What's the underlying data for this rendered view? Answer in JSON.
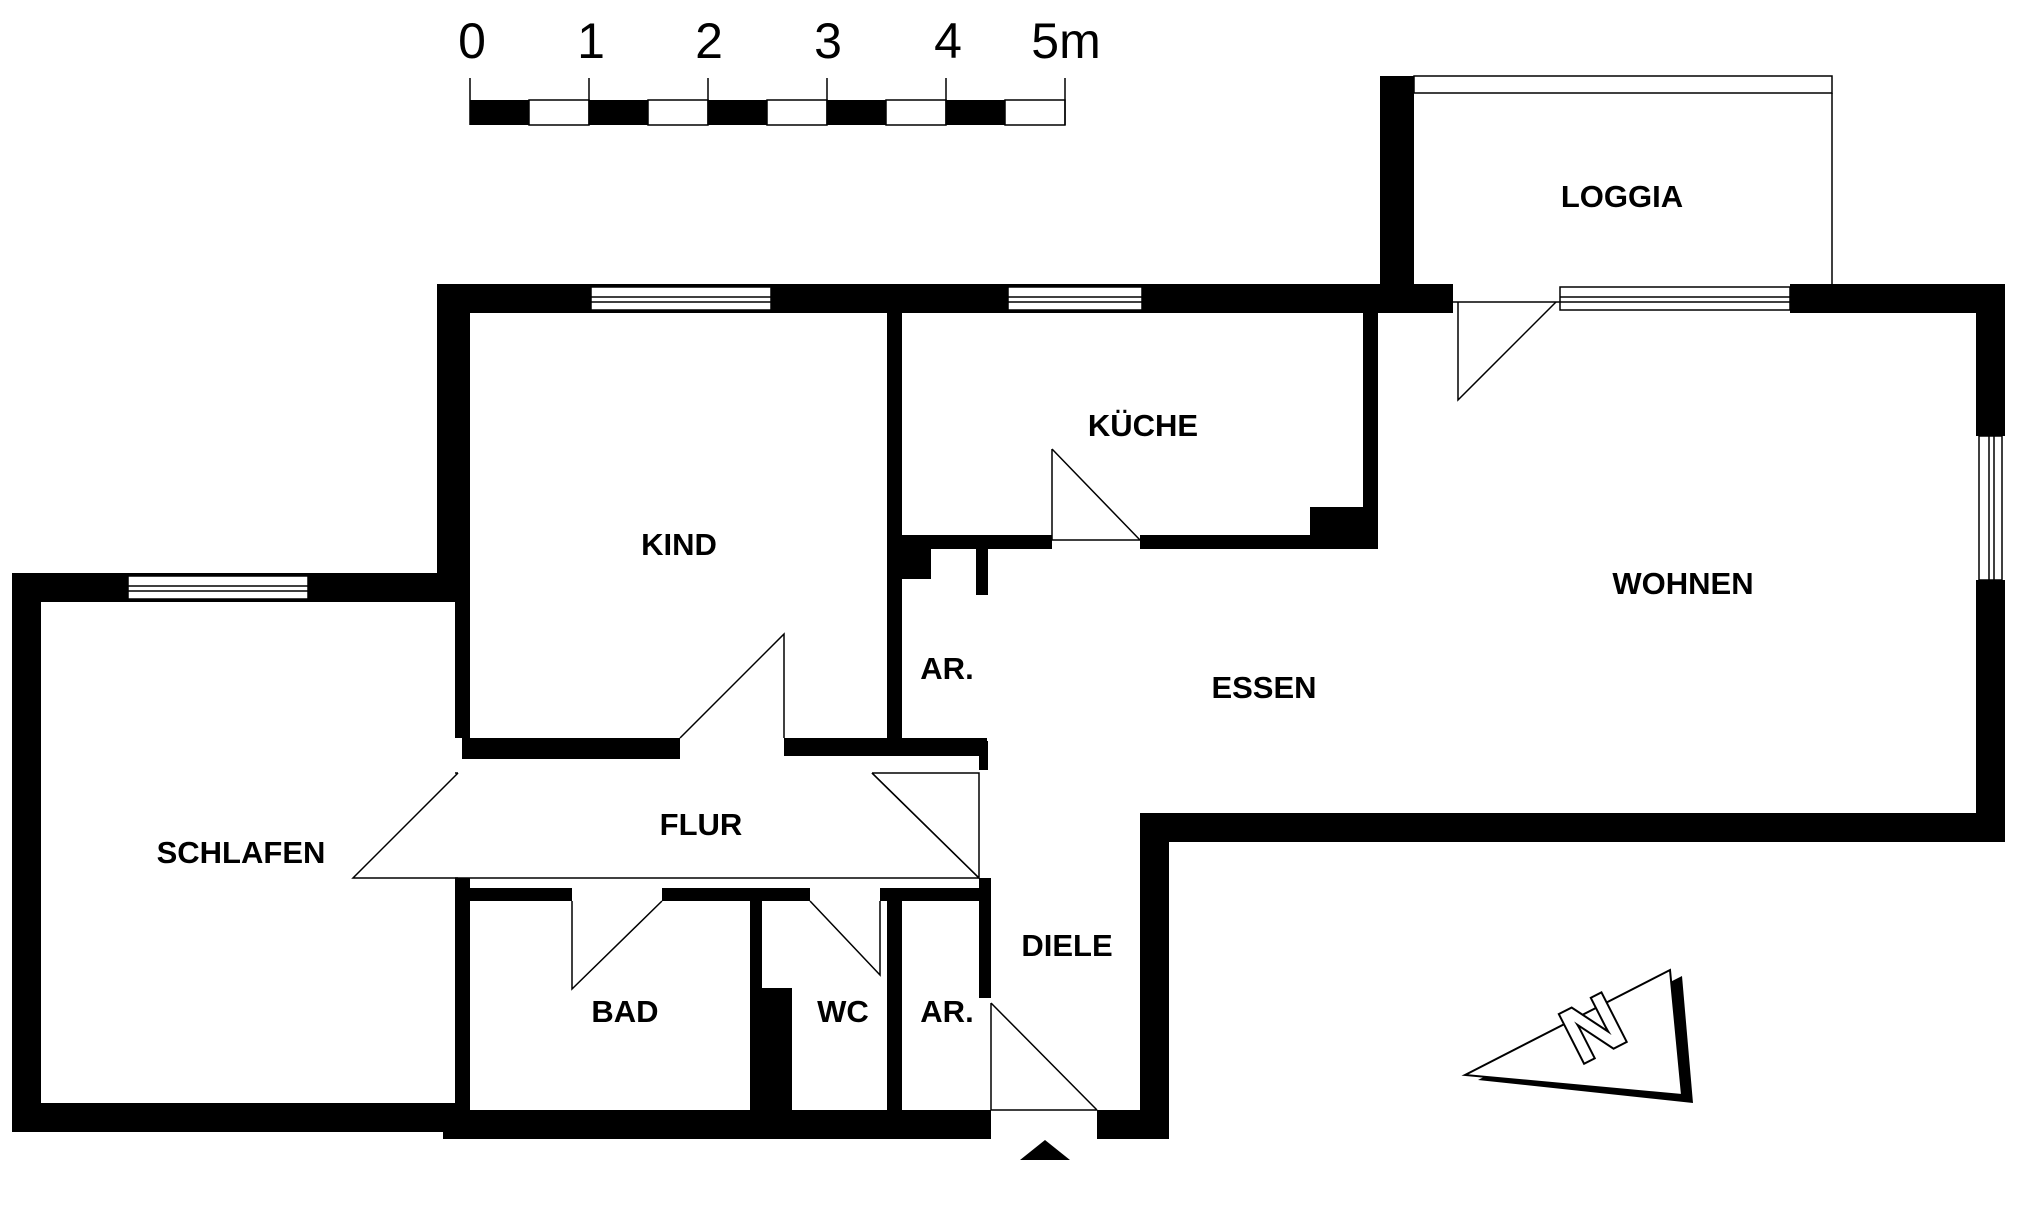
{
  "scale_bar": {
    "labels": [
      "0",
      "1",
      "2",
      "3",
      "4",
      "5m"
    ]
  },
  "rooms": {
    "loggia": "LOGGIA",
    "kueche": "KÜCHE",
    "kind": "KIND",
    "wohnen": "WOHNEN",
    "essen": "ESSEN",
    "abstellraum_1": "AR.",
    "abstellraum_2": "AR.",
    "flur": "FLUR",
    "schlafen": "SCHLAFEN",
    "diele": "DIELE",
    "bad": "BAD",
    "wc": "WC"
  },
  "north_arrow": {
    "label": "N"
  },
  "colors": {
    "wall": "#000000",
    "background": "#ffffff"
  }
}
